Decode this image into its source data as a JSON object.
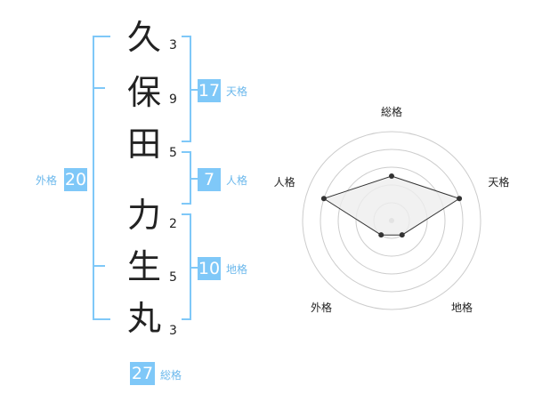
{
  "name_chars": [
    {
      "char": "久",
      "strokes": "3"
    },
    {
      "char": "保",
      "strokes": "9"
    },
    {
      "char": "田",
      "strokes": "5"
    },
    {
      "char": "力",
      "strokes": "2"
    },
    {
      "char": "生",
      "strokes": "5"
    },
    {
      "char": "丸",
      "strokes": "3"
    }
  ],
  "kakaku": {
    "tenkaku": {
      "value": "17",
      "label": "天格"
    },
    "jinkaku": {
      "value": "7",
      "label": "人格"
    },
    "chikaku": {
      "value": "10",
      "label": "地格"
    },
    "gaikaku": {
      "value": "20",
      "label": "外格"
    },
    "soukaku": {
      "value": "27",
      "label": "総格"
    }
  },
  "chart_data": {
    "type": "radar",
    "axes": [
      "総格",
      "天格",
      "地格",
      "外格",
      "人格"
    ],
    "values": [
      2.5,
      4,
      1,
      1,
      4
    ],
    "max": 5,
    "rings": 5,
    "colors": {
      "fill": "#eeeeee",
      "line": "#333333",
      "ring": "#cccccc",
      "center": "#bbbbbb"
    }
  }
}
